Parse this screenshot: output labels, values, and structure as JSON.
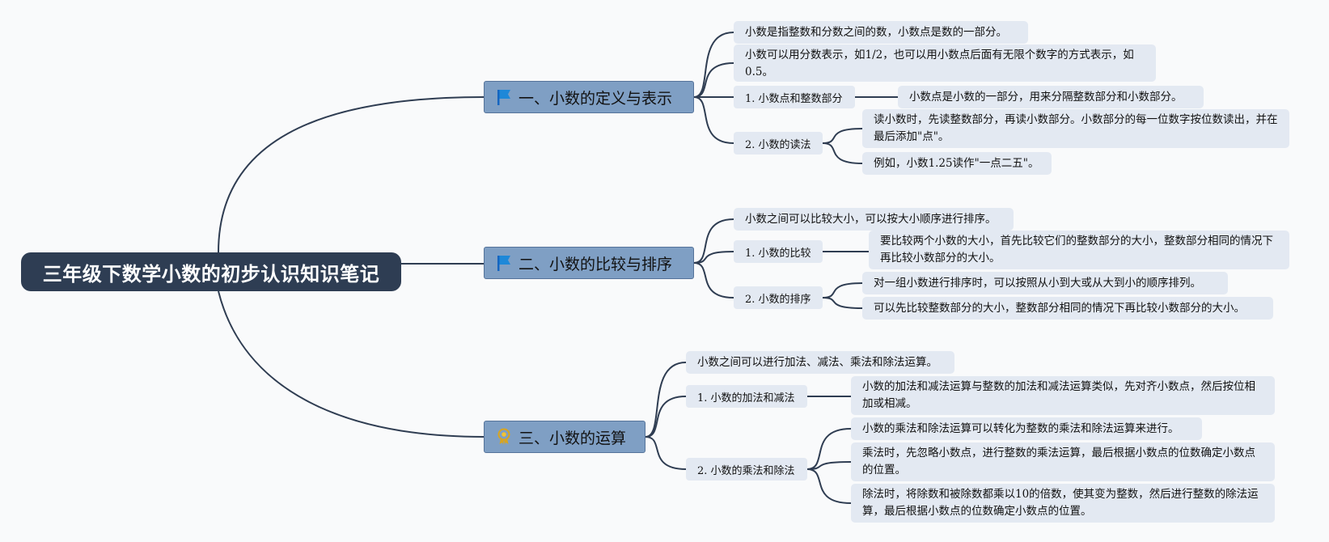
{
  "root": "三年级下数学小数的初步认识知识笔记",
  "sections": [
    {
      "title": "一、小数的定义与表示",
      "icon": "flag-icon",
      "items": [
        "小数是指整数和分数之间的数，小数点是数的一部分。",
        "小数可以用分数表示，如1/2，也可以用小数点后面有无限个数字的方式表示，如0.5。"
      ],
      "subtopics": [
        {
          "label": "1. 小数点和整数部分",
          "notes": [
            "小数点是小数的一部分，用来分隔整数部分和小数部分。"
          ]
        },
        {
          "label": "2. 小数的读法",
          "notes": [
            "读小数时，先读整数部分，再读小数部分。小数部分的每一位数字按位数读出，并在最后添加\"点\"。",
            "例如，小数1.25读作\"一点二五\"。"
          ]
        }
      ]
    },
    {
      "title": "二、小数的比较与排序",
      "icon": "flag-icon",
      "items": [
        "小数之间可以比较大小，可以按大小顺序进行排序。"
      ],
      "subtopics": [
        {
          "label": "1. 小数的比较",
          "notes": [
            "要比较两个小数的大小，首先比较它们的整数部分的大小，整数部分相同的情况下再比较小数部分的大小。"
          ]
        },
        {
          "label": "2. 小数的排序",
          "notes": [
            "对一组小数进行排序时，可以按照从小到大或从大到小的顺序排列。",
            "可以先比较整数部分的大小，整数部分相同的情况下再比较小数部分的大小。"
          ]
        }
      ]
    },
    {
      "title": "三、小数的运算",
      "icon": "award-icon",
      "items": [
        "小数之间可以进行加法、减法、乘法和除法运算。"
      ],
      "subtopics": [
        {
          "label": "1. 小数的加法和减法",
          "notes": [
            "小数的加法和减法运算与整数的加法和减法运算类似，先对齐小数点，然后按位相加或相减。"
          ]
        },
        {
          "label": "2. 小数的乘法和除法",
          "notes": [
            "小数的乘法和除法运算可以转化为整数的乘法和除法运算来进行。",
            "乘法时，先忽略小数点，进行整数的乘法运算，最后根据小数点的位数确定小数点的位置。",
            "除法时，将除数和被除数都乘以10的倍数，使其变为整数，然后进行整数的除法运算，最后根据小数点的位数确定小数点的位置。"
          ]
        }
      ]
    }
  ],
  "colors": {
    "root_bg": "#2e3d53",
    "topic_bg": "#7f9fc4",
    "leaf_bg": "#e3e9f2",
    "line": "#2f3d52",
    "flag": "#1e88d8",
    "award": "#d9a520"
  }
}
